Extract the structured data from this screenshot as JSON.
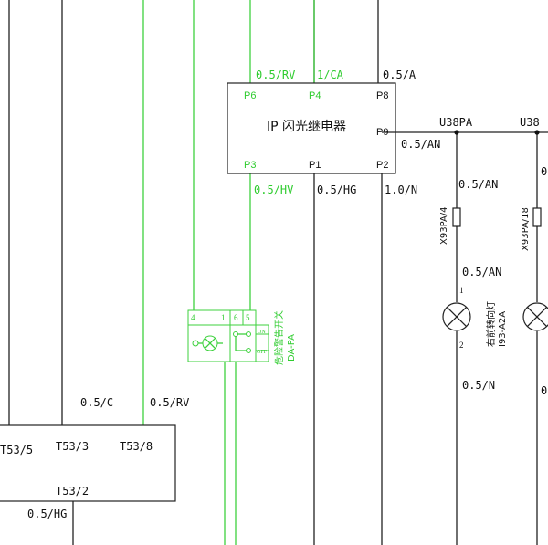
{
  "relay": {
    "title": "IP 闪光继电器",
    "pins": {
      "p6": "P6",
      "p4": "P4",
      "p8": "P8",
      "p9": "P9",
      "p3": "P3",
      "p1": "P1",
      "p2": "P2"
    }
  },
  "wires": {
    "top_rv": "0.5/RV",
    "top_ca": "1/CA",
    "top_a": "0.5/A",
    "p9_an": "0.5/AN",
    "bot_hv": "0.5/HV",
    "bot_hg": "0.5/HG",
    "bot_n": "1.0/N",
    "left_c": "0.5/C",
    "left_rv": "0.5/RV",
    "bottom_hg": "0.5/HG"
  },
  "bus": {
    "label_1": "U38PA",
    "label_2": "U38"
  },
  "lamp_branch_1": {
    "connector": "X93PA/4",
    "wire_upper": "0.5/AN",
    "wire_middle": "0.5/AN",
    "wire_lower": "0.5/N",
    "pin_top": "1",
    "pin_bottom": "2",
    "lamp_name": "右前转向灯",
    "lamp_code": "I93-A2A"
  },
  "lamp_branch_2": {
    "connector": "X93PA/18",
    "partial_wire_upper": "0",
    "partial_wire_lower": "0"
  },
  "switch": {
    "pins": [
      "4",
      "1",
      "6",
      "5"
    ],
    "name": "危险警告开关",
    "code": "DA-PA",
    "on": "ON",
    "off": "OFF"
  },
  "module": {
    "t53_5": "T53/5",
    "t53_3": "T53/3",
    "t53_8": "T53/8",
    "t53_2": "T53/2"
  }
}
